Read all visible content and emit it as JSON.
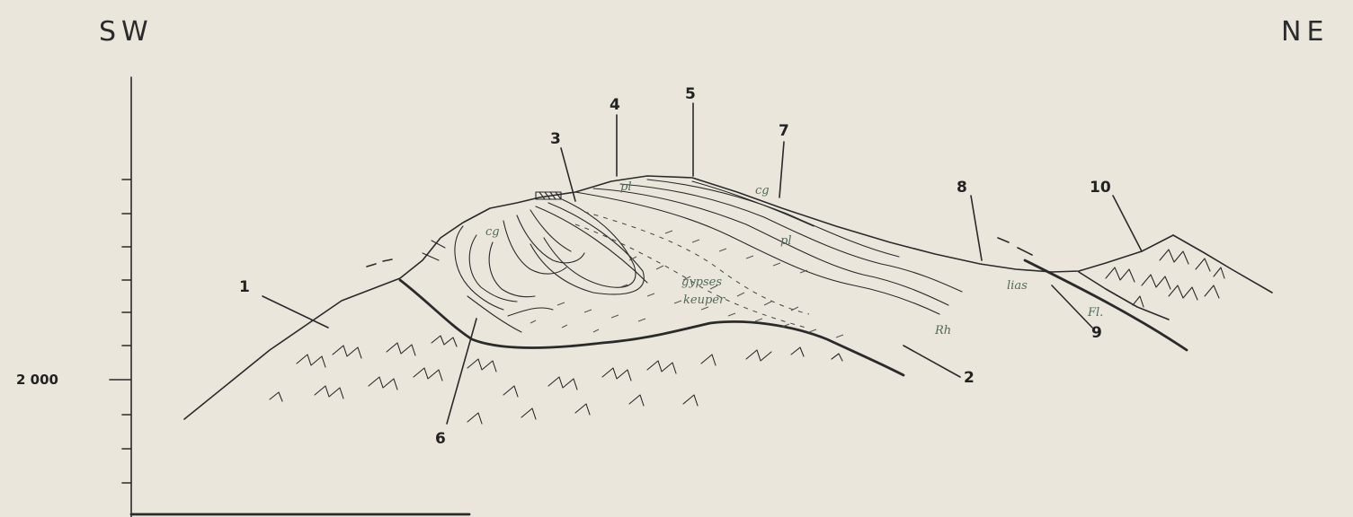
{
  "labels": {
    "sw": "SW",
    "ne": "NE",
    "elevation_tick": "2 000"
  },
  "callouts": [
    "1",
    "2",
    "3",
    "4",
    "5",
    "6",
    "7",
    "8",
    "9",
    "10"
  ],
  "formation_notes": {
    "cg_left": "cg",
    "cg_right": "cg",
    "pl": "pl",
    "pl_lower": "pl",
    "gypses": "gypses",
    "keuper": "keuper",
    "rh": "Rh",
    "lias": "lias",
    "fl": "Fl."
  },
  "colors": {
    "ink": "#2a2a2a",
    "paper": "#ebe6dc",
    "annotation": "#4d6b5a"
  }
}
